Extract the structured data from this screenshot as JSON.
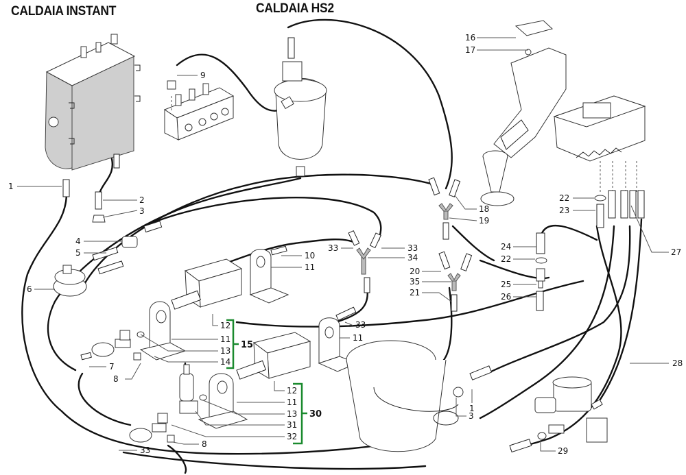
{
  "titles": {
    "boiler_instant": "CALDAIA INSTANT",
    "boiler_hs2": "CALDAIA HS2"
  },
  "colors": {
    "group_bracket": "#1a8a2e",
    "line": "#111111",
    "boiler_shade": "#cfcfcf"
  },
  "callouts": {
    "c1": "1",
    "c2": "2",
    "c3": "3",
    "c4": "4",
    "c5": "5",
    "c6": "6",
    "c7": "7",
    "c8a": "8",
    "c9": "9",
    "c10": "10",
    "c11a": "11",
    "c12a": "12",
    "c11b": "11",
    "c13a": "13",
    "c14": "14",
    "c11c": "11",
    "c33a": "33",
    "c33b": "33",
    "c34": "34",
    "c33c": "33",
    "c16": "16",
    "c17": "17",
    "c18": "18",
    "c19": "19",
    "c20": "20",
    "c35": "35",
    "c21": "21",
    "c22a": "22",
    "c23": "23",
    "c27": "27",
    "c24": "24",
    "c22b": "22",
    "c25": "25",
    "c26": "26",
    "c28": "28",
    "c29": "29",
    "c1b": "1",
    "c3b": "3",
    "c12b": "12",
    "c11d": "11",
    "c13b": "13",
    "c31": "31",
    "c32": "32",
    "c33d": "33",
    "c8b": "8"
  },
  "groups": {
    "g15": "15",
    "g30": "30"
  }
}
